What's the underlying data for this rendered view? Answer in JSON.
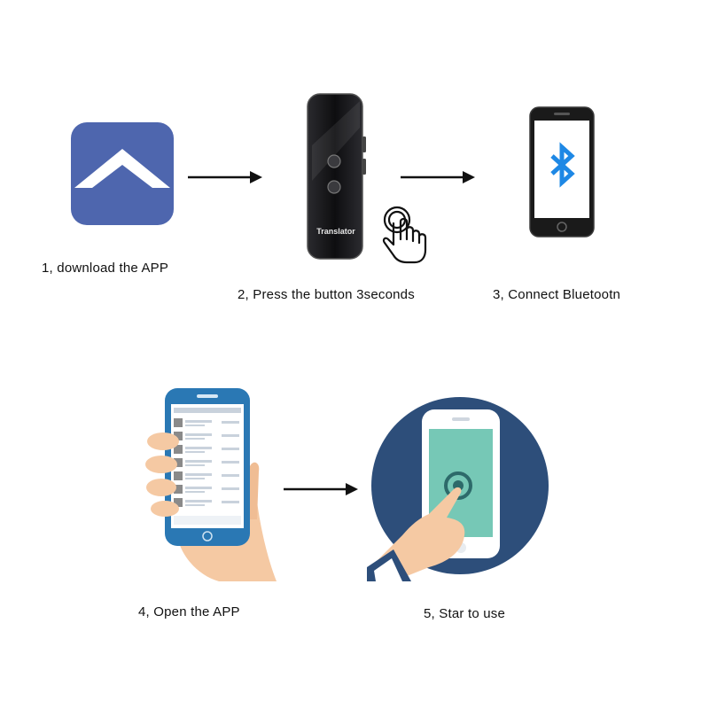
{
  "steps": [
    {
      "number": "1",
      "label": "1, download the APP"
    },
    {
      "number": "2",
      "label": "2, Press the button 3seconds"
    },
    {
      "number": "3",
      "label": "3, Connect Bluetootn"
    },
    {
      "number": "4",
      "label": "4, Open the APP"
    },
    {
      "number": "5",
      "label": "5, Star to use"
    }
  ],
  "device": {
    "brand_text": "Translator"
  },
  "icons": {
    "app": "house-roof-app-icon",
    "device": "translator-device",
    "tap": "hand-tap-icon",
    "phone_bluetooth": "bluetooth-phone-icon",
    "hand_phone": "hand-holding-phone-icon",
    "tap_to_use": "finger-tap-phone-icon",
    "arrow": "right-arrow-icon"
  },
  "colors": {
    "app_icon_bg": "#4e66ae",
    "bluetooth": "#1e88e5",
    "phone_frame": "#2a78b4",
    "circle_bg": "#2d4e7a",
    "screen_green": "#76c8b6",
    "skin": "#f5c9a3"
  }
}
